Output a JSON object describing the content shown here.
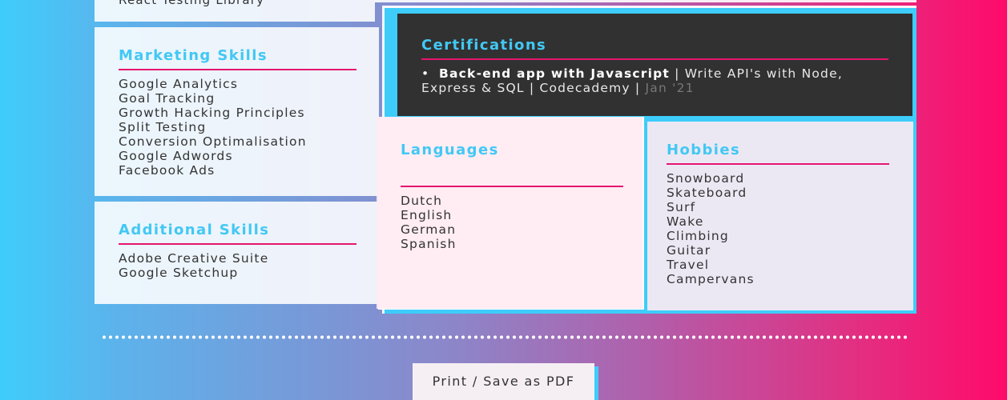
{
  "top_card": {
    "cut_text": "React Testing Library"
  },
  "marketing": {
    "title": "Marketing Skills",
    "items": [
      "Google Analytics",
      "Goal Tracking",
      "Growth Hacking Principles",
      "Split Testing",
      "Conversion Optimalisation",
      "Google Adwords",
      "Facebook Ads"
    ]
  },
  "additional": {
    "title": "Additional Skills",
    "items": [
      "Adobe Creative Suite",
      "Google Sketchup"
    ]
  },
  "certifications": {
    "title": "Certifications",
    "entry": {
      "name": "Back-end app with Javascript",
      "separator": " | ",
      "description": "Write API's with Node, Express & SQL",
      "provider": "Codecademy",
      "date": "Jan '21"
    }
  },
  "languages": {
    "title": "Languages",
    "items": [
      "Dutch",
      "English",
      "German",
      "Spanish"
    ]
  },
  "hobbies": {
    "title": "Hobbies",
    "items": [
      "Snowboard",
      "Skateboard",
      "Surf",
      "Wake",
      "Climbing",
      "Guitar",
      "Travel",
      "Campervans"
    ]
  },
  "print_button": {
    "label": "Print / Save as PDF"
  },
  "colors": {
    "accent_blue": "#42c8f4",
    "accent_pink": "#e6156f",
    "dark_panel": "#313131"
  }
}
